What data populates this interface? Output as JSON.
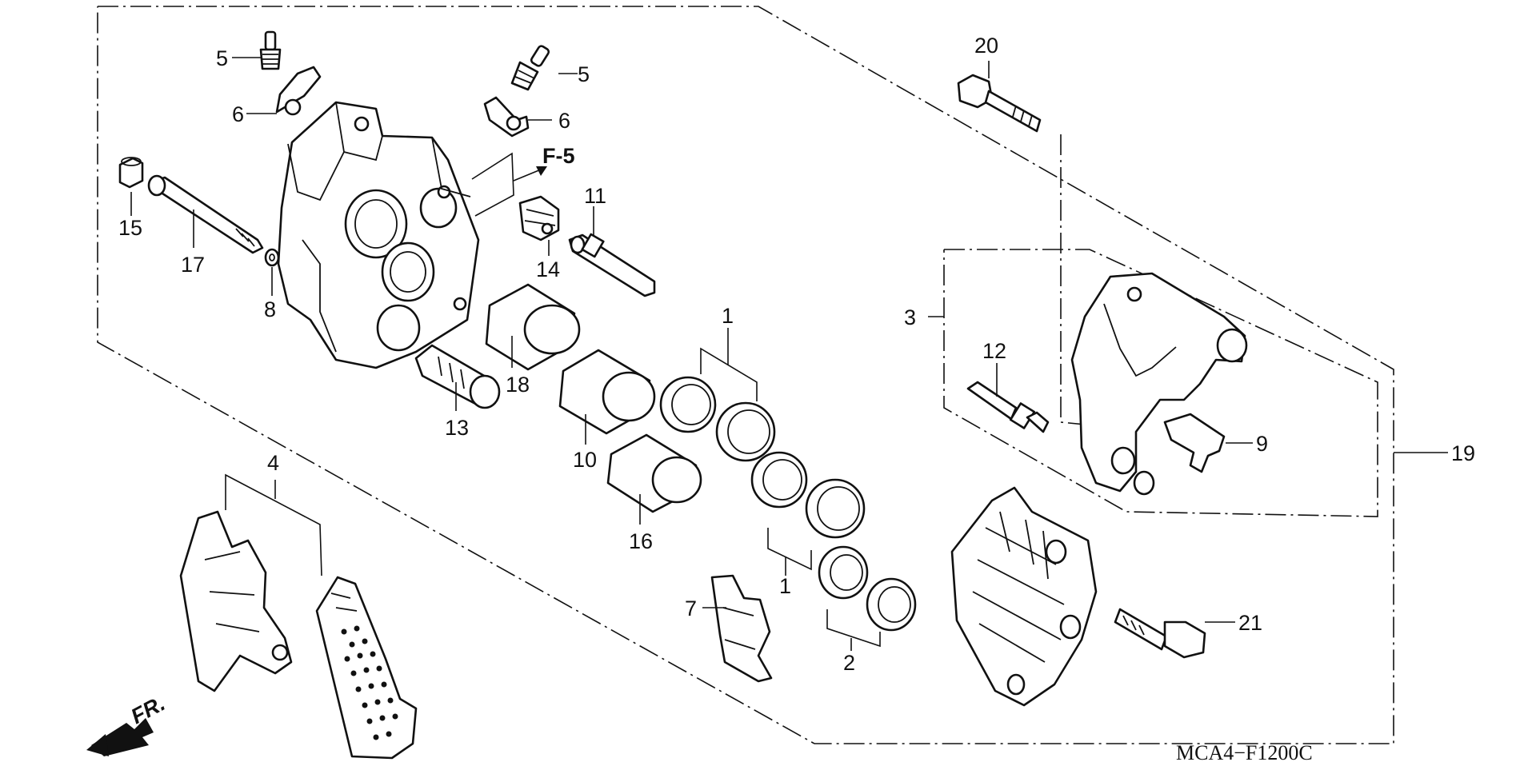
{
  "diagram": {
    "code": "MCA4−F1200C",
    "reference": "F-5",
    "direction": "FR.",
    "callouts": {
      "c1a": "1",
      "c1b": "1",
      "c2": "2",
      "c3": "3",
      "c4": "4",
      "c5a": "5",
      "c5b": "5",
      "c6a": "6",
      "c6b": "6",
      "c7": "7",
      "c8": "8",
      "c9": "9",
      "c10": "10",
      "c11": "11",
      "c12": "12",
      "c13": "13",
      "c14": "14",
      "c15": "15",
      "c16": "16",
      "c17": "17",
      "c18": "18",
      "c19": "19",
      "c20": "20",
      "c21": "21"
    }
  }
}
